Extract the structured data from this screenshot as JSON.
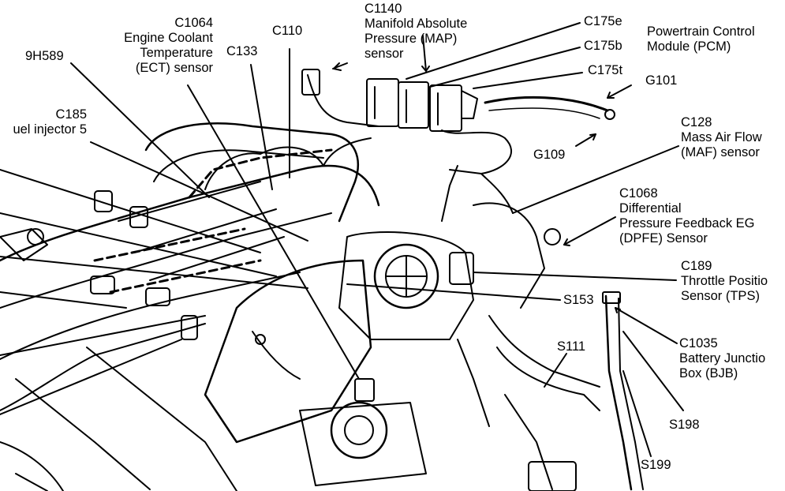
{
  "labels": {
    "c1064": [
      "C1064",
      "Engine Coolant",
      "Temperature",
      "(ECT) sensor"
    ],
    "c110": [
      "C110"
    ],
    "c133": [
      "C133"
    ],
    "h589": [
      "9H589"
    ],
    "c185": [
      "C185",
      "uel injector 5"
    ],
    "c1140": [
      "C1140",
      "Manifold Absolute",
      "Pressure (MAP)",
      "sensor"
    ],
    "c175e": [
      "C175e"
    ],
    "c175b": [
      "C175b"
    ],
    "c175t": [
      "C175t"
    ],
    "pcm": [
      "Powertrain Control",
      "Module (PCM)"
    ],
    "g101": [
      "G101"
    ],
    "g109": [
      "G109"
    ],
    "c128": [
      "C128",
      "Mass Air Flow",
      "(MAF) sensor"
    ],
    "c1068": [
      "C1068",
      "Differential",
      "Pressure Feedback EG",
      "(DPFE) Sensor"
    ],
    "c189": [
      "C189",
      "Throttle Positio",
      "Sensor (TPS)"
    ],
    "s153": [
      "S153"
    ],
    "s111": [
      "S111"
    ],
    "c1035": [
      "C1035",
      "Battery Junctio",
      "Box (BJB)"
    ],
    "s198": [
      "S198"
    ],
    "s199": [
      "S199"
    ]
  },
  "colors": {
    "ink": "#000000",
    "paper": "#ffffff"
  }
}
